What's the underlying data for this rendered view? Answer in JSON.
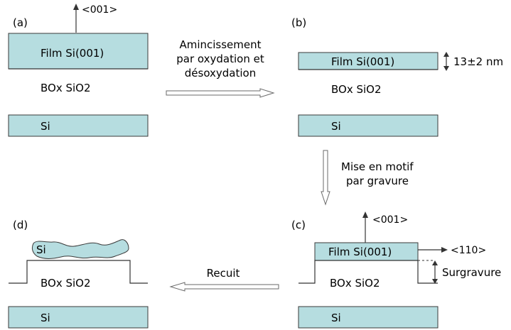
{
  "panels": {
    "a": {
      "label": "(a)",
      "film_label": "Film Si(001)",
      "box_label": "BOx SiO2",
      "substrate_label": "Si",
      "direction_label": "<001>"
    },
    "b": {
      "label": "(b)",
      "film_label": "Film Si(001)",
      "box_label": "BOx SiO2",
      "substrate_label": "Si",
      "thickness_label": "13±2 nm"
    },
    "c": {
      "label": "(c)",
      "film_label": "Film Si(001)",
      "box_label": "BOx SiO2",
      "substrate_label": "Si",
      "direction_top_label": "<001>",
      "direction_side_label": "<110>",
      "overetch_label": "Surgravure"
    },
    "d": {
      "label": "(d)",
      "island_label": "Si",
      "box_label": "BOx SiO2",
      "substrate_label": "Si"
    }
  },
  "steps": {
    "a_to_b": [
      "Amincissement",
      "par oxydation et",
      "désoxydation"
    ],
    "b_to_c": [
      "Mise en motif",
      "par gravure"
    ],
    "c_to_d": [
      "Recuit"
    ]
  },
  "colors": {
    "silicon_fill": "#b6dde0",
    "outline": "#333333"
  }
}
